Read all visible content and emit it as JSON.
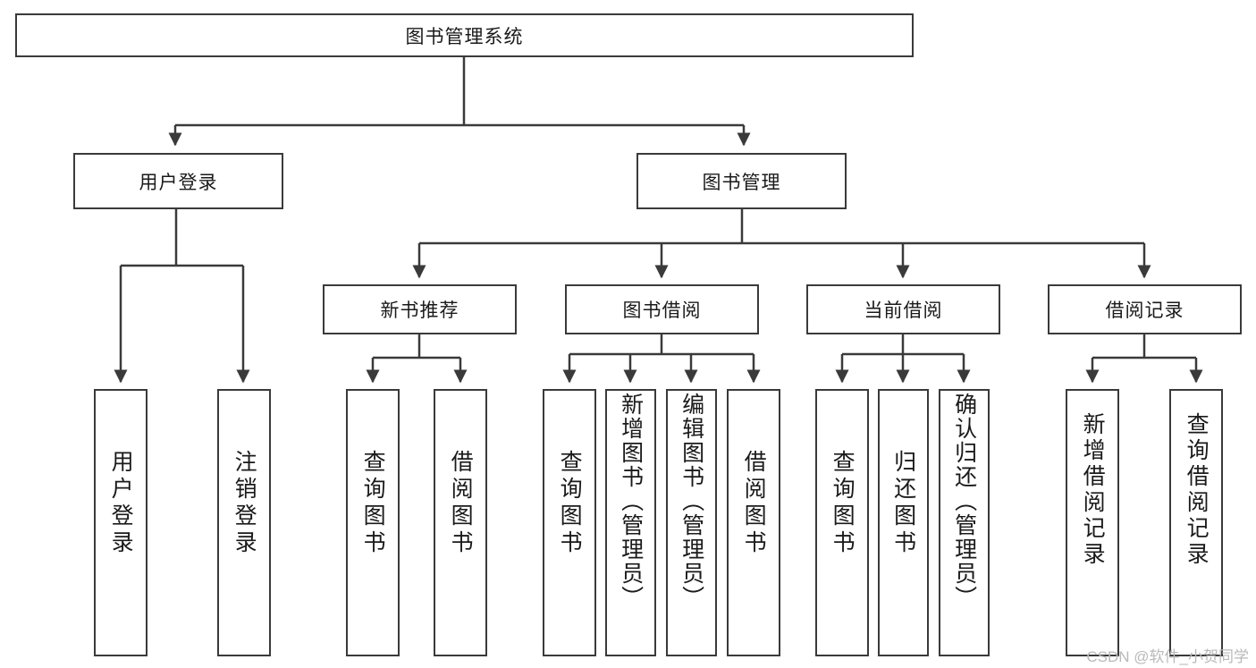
{
  "diagram": {
    "title": "图书管理系统",
    "type": "tree-hierarchy",
    "watermark": "CSDN @软件_小贺同学",
    "colors": {
      "border": "#3a3a3a",
      "background": "#ffffff",
      "text": "#1a1a1a",
      "watermark": "#b9b9b9"
    },
    "nodes": {
      "root": {
        "label": "图书管理系统"
      },
      "level2": [
        {
          "id": "user-login",
          "label": "用户登录"
        },
        {
          "id": "book-management",
          "label": "图书管理"
        }
      ],
      "level3": [
        {
          "id": "new-book-recommend",
          "label": "新书推荐"
        },
        {
          "id": "book-borrow",
          "label": "图书借阅"
        },
        {
          "id": "current-borrow",
          "label": "当前借阅"
        },
        {
          "id": "borrow-record",
          "label": "借阅记录"
        }
      ],
      "leaves": [
        {
          "id": "leaf-user-login",
          "label": "用户登录",
          "parent": "user-login"
        },
        {
          "id": "leaf-logout",
          "label": "注销登录",
          "parent": "user-login"
        },
        {
          "id": "leaf-query-book-1",
          "label": "查询图书",
          "parent": "new-book-recommend"
        },
        {
          "id": "leaf-borrow-book-1",
          "label": "借阅图书",
          "parent": "new-book-recommend"
        },
        {
          "id": "leaf-query-book-2",
          "label": "查询图书",
          "parent": "book-borrow"
        },
        {
          "id": "leaf-add-book",
          "label": "新增图书（管理员）",
          "parent": "book-borrow"
        },
        {
          "id": "leaf-edit-book",
          "label": "编辑图书（管理员）",
          "parent": "book-borrow"
        },
        {
          "id": "leaf-borrow-book-2",
          "label": "借阅图书",
          "parent": "book-borrow"
        },
        {
          "id": "leaf-query-book-3",
          "label": "查询图书",
          "parent": "current-borrow"
        },
        {
          "id": "leaf-return-book",
          "label": "归还图书",
          "parent": "current-borrow"
        },
        {
          "id": "leaf-confirm-return",
          "label": "确认归还（管理员）",
          "parent": "current-borrow"
        },
        {
          "id": "leaf-add-record",
          "label": "新增借阅记录",
          "parent": "borrow-record"
        },
        {
          "id": "leaf-query-record",
          "label": "查询借阅记录",
          "parent": "borrow-record"
        }
      ]
    }
  }
}
